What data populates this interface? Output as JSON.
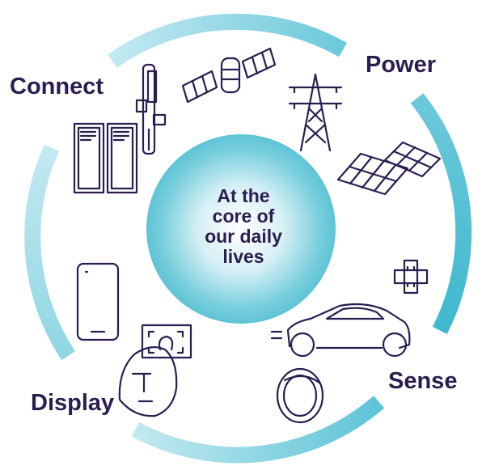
{
  "center": {
    "lines": [
      "At the",
      "core of",
      "our daily",
      "lives"
    ]
  },
  "segments": {
    "connect": "Connect",
    "power": "Power",
    "sense": "Sense",
    "display": "Display"
  },
  "icons": [
    "server-rack-icon",
    "mobile-mast-icon",
    "satellite-icon",
    "pylon-icon",
    "solar-panel-icon",
    "chip-icon",
    "car-icon",
    "smart-ring-icon",
    "smartphone-icon",
    "face-scan-icon"
  ],
  "colors": {
    "accent": "#5ec4d6",
    "accent_light": "#c3e9f1",
    "text": "#2b1d4f",
    "icon_stroke": "#2b1d4f"
  }
}
